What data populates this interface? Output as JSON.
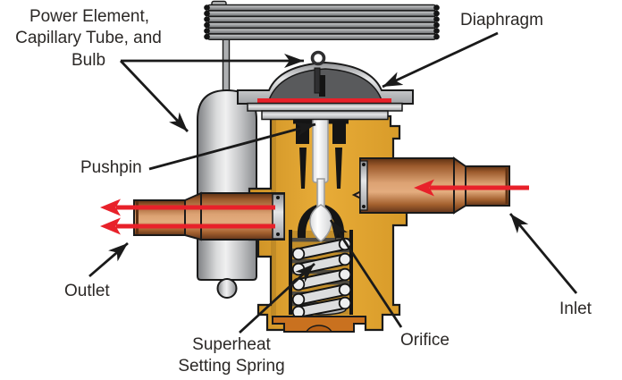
{
  "diagram": {
    "labels": {
      "power_element": {
        "line1": "Power Element,",
        "line2": "Capillary Tube, and",
        "line3": "Bulb"
      },
      "diaphragm": "Diaphragm",
      "pushpin": "Pushpin",
      "outlet": "Outlet",
      "inlet": "Inlet",
      "orifice": "Orifice",
      "superheat": {
        "line1": "Superheat",
        "line2": "Setting Spring"
      }
    },
    "colors": {
      "background": "#FFFFFF",
      "body_gold": "#E8AC38",
      "copper_light": "#DCA273",
      "diaphragm_red": "#E8212A",
      "flow_red": "#E8212A",
      "cap_orange": "#C9711F",
      "metal_gray": "#E6E7E8",
      "dark_dome": "#595A5C",
      "label_text": "#2B2826",
      "outline": "#1A1A1A"
    }
  }
}
